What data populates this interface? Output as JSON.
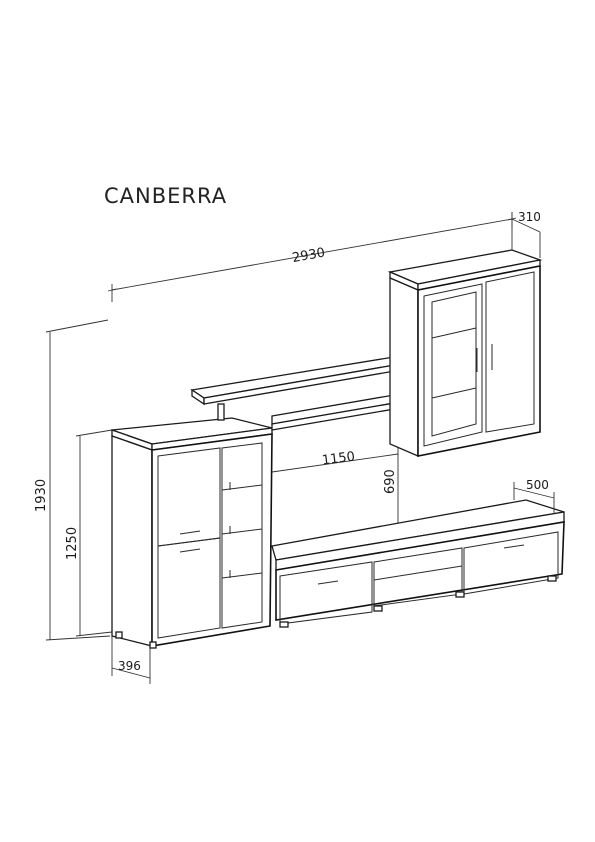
{
  "title": "CANBERRA",
  "dimensions": {
    "total_width": "2930",
    "total_height": "1930",
    "cabinet_height": "1250",
    "cabinet_depth": "396",
    "wall_unit_depth": "310",
    "shelf_width": "1150",
    "shelf_height": "690",
    "tv_unit_depth": "500"
  }
}
